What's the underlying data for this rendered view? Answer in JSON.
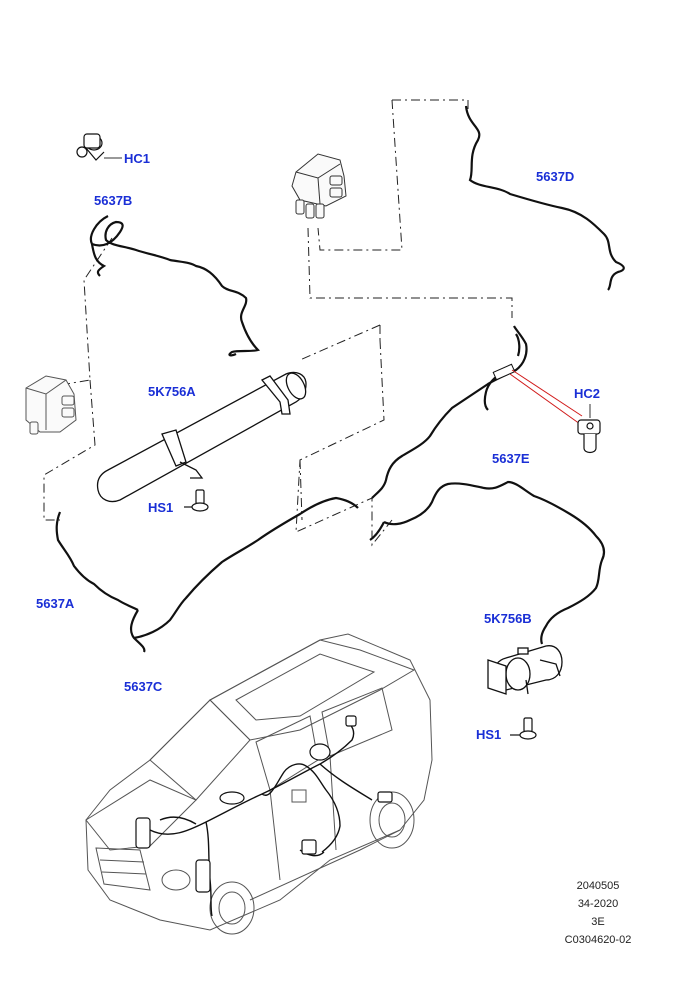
{
  "labels": {
    "hc1": "HC1",
    "hc2": "HC2",
    "l5637b": "5637B",
    "l5637d": "5637D",
    "l5637e": "5637E",
    "l5637a": "5637A",
    "l5637c": "5637C",
    "l5k756a": "5K756A",
    "l5k756b": "5K756B",
    "hs1_upper": "HS1",
    "hs1_lower": "HS1"
  },
  "reference": {
    "line1": "2040505",
    "line2": "34-2020",
    "line3": "3E",
    "line4": "C0304620-02"
  },
  "colors": {
    "label": "#1a2fd6",
    "line": "#111111",
    "callout": "#d11a1a"
  }
}
